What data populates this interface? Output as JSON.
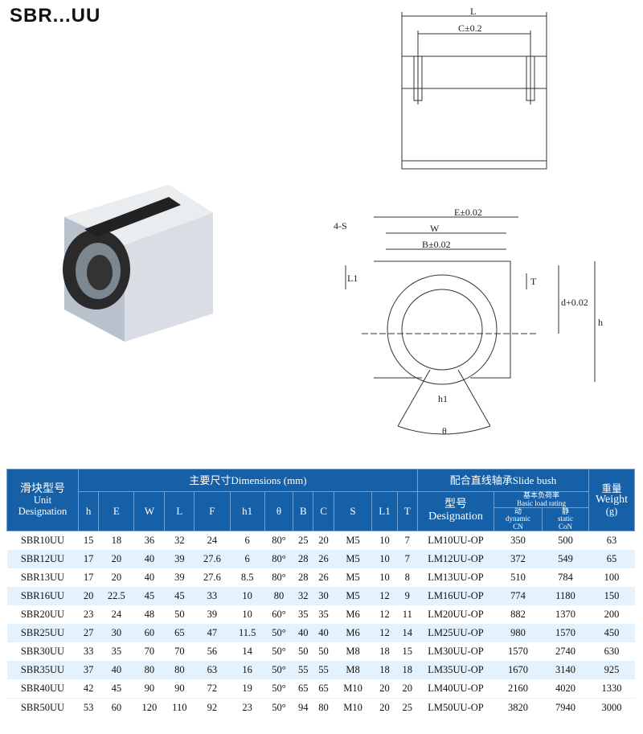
{
  "title": "SBR...UU",
  "drawing_labels": {
    "L": "L",
    "C": "C±0.2",
    "E": "E±0.02",
    "W": "W",
    "B": "B±0.02",
    "S": "4-S",
    "L1": "L1",
    "T": "T",
    "d": "d+0.02",
    "h": "h",
    "h1": "h1",
    "theta": "θ"
  },
  "table": {
    "unit_cn": "滑块型号",
    "unit_en": "Unit",
    "unit_en2": "Designation",
    "dims": "主要尺寸Dimensions (mm)",
    "bush": "配合直线轴承Slide bush",
    "weight_cn": "重量",
    "weight_en": "Weight",
    "weight_unit": "(g)",
    "desig_cn": "型号",
    "desig_en": "Designation",
    "load_cn": "基本负荷率",
    "load_en": "Basic load rating",
    "dyn_cn": "动",
    "dyn_en": "dynamic",
    "dyn_sym": "CN",
    "sta_cn": "静",
    "sta_en": "static",
    "sta_sym": "CoN",
    "cols": [
      "h",
      "E",
      "W",
      "L",
      "F",
      "h1",
      "θ",
      "B",
      "C",
      "S",
      "L1",
      "T"
    ],
    "rows": [
      [
        "SBR10UU",
        "15",
        "18",
        "36",
        "32",
        "24",
        "6",
        "80°",
        "25",
        "20",
        "M5",
        "10",
        "7",
        "LM10UU-OP",
        "350",
        "500",
        "63"
      ],
      [
        "SBR12UU",
        "17",
        "20",
        "40",
        "39",
        "27.6",
        "6",
        "80°",
        "28",
        "26",
        "M5",
        "10",
        "7",
        "LM12UU-OP",
        "372",
        "549",
        "65"
      ],
      [
        "SBR13UU",
        "17",
        "20",
        "40",
        "39",
        "27.6",
        "8.5",
        "80°",
        "28",
        "26",
        "M5",
        "10",
        "8",
        "LM13UU-OP",
        "510",
        "784",
        "100"
      ],
      [
        "SBR16UU",
        "20",
        "22.5",
        "45",
        "45",
        "33",
        "10",
        "80",
        "32",
        "30",
        "M5",
        "12",
        "9",
        "LM16UU-OP",
        "774",
        "1180",
        "150"
      ],
      [
        "SBR20UU",
        "23",
        "24",
        "48",
        "50",
        "39",
        "10",
        "60°",
        "35",
        "35",
        "M6",
        "12",
        "11",
        "LM20UU-OP",
        "882",
        "1370",
        "200"
      ],
      [
        "SBR25UU",
        "27",
        "30",
        "60",
        "65",
        "47",
        "11.5",
        "50°",
        "40",
        "40",
        "M6",
        "12",
        "14",
        "LM25UU-OP",
        "980",
        "1570",
        "450"
      ],
      [
        "SBR30UU",
        "33",
        "35",
        "70",
        "70",
        "56",
        "14",
        "50°",
        "50",
        "50",
        "M8",
        "18",
        "15",
        "LM30UU-OP",
        "1570",
        "2740",
        "630"
      ],
      [
        "SBR35UU",
        "37",
        "40",
        "80",
        "80",
        "63",
        "16",
        "50°",
        "55",
        "55",
        "M8",
        "18",
        "18",
        "LM35UU-OP",
        "1670",
        "3140",
        "925"
      ],
      [
        "SBR40UU",
        "42",
        "45",
        "90",
        "90",
        "72",
        "19",
        "50°",
        "65",
        "65",
        "M10",
        "20",
        "20",
        "LM40UU-OP",
        "2160",
        "4020",
        "1330"
      ],
      [
        "SBR50UU",
        "53",
        "60",
        "120",
        "110",
        "92",
        "23",
        "50°",
        "94",
        "80",
        "M10",
        "20",
        "25",
        "LM50UU-OP",
        "3820",
        "7940",
        "3000"
      ]
    ]
  }
}
